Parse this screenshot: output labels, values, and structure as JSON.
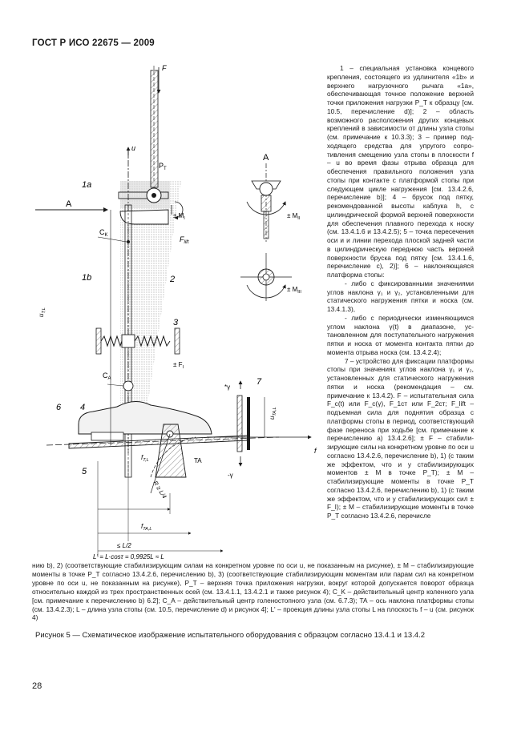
{
  "header": {
    "standard": "ГОСТ Р ИСО 22675 — 2009"
  },
  "figure_labels": {
    "F": "F",
    "u": "u",
    "PT": "P",
    "PT_sub": "T",
    "la": "1a",
    "lb": "1b",
    "A": "A",
    "MI": "± M",
    "MI_sub": "I",
    "CK": "C",
    "CK_sub": "K",
    "Flift": "F",
    "Flift_sub": "lift",
    "two": "2",
    "three": "3",
    "FI": "± F",
    "FI_sub": "I",
    "uTL": "u",
    "uTL_sub": "T,L",
    "CA": "C",
    "CA_sub": "A",
    "gamma": "*γ",
    "seven": "7",
    "six": "6",
    "four": "4",
    "five": "5",
    "uTAL": "u",
    "uTAL_sub": "TA,L",
    "f": "f",
    "fTL": "f",
    "fTL_sub": "T,L",
    "TA": "TA",
    "R": "R ≥ L/4",
    "fTAL": "f",
    "fTAL_sub": "TA,L",
    "halfL": "≤ L/2",
    "Lprime": "L' = L·cosτ = 0,9925L ≈ L",
    "neg_gamma": "-γ",
    "sideA": "A",
    "MII": "± M",
    "MII_sub": "II",
    "MIII": "± M",
    "MIII_sub": "III"
  },
  "legend": [
    "1 – специальная установка конце­вого крепления, состоящего из удлини­теля «1b» и верхнего нагрузочного ры­чага «1a», обеспечивающая точное по­ложение верхней точки приложения на­грузки P_T к образцу [см. 10.5, перечисле­ние d)]; 2 – область возможного распо­ложения других концевых креплений в зависимости от длины узла стопы (см. примечание к 10.3.3); 3 – пример под­ходящего средства для упругого сопро­тивления смещению узла стопы в плос­кости f – u во время фазы отрыва об­разца для обеспечения правильного по­ложения узла стопы при контакте с плат­формой стопы при следующем цикле на­гружения [см. 13.4.2.6, перечисление b)]; 4 – брусок под пятку, рекомендованной высоты каблука h, с цилиндрической формой верхней поверхности для обес­печения плавного перехода к носку (см. 13.4.1.6 и 13.4.2.5); 5 – точка пересече­ния оси и и линии перехода плоской зад­ней части в цилиндрическую переднюю часть верхней поверхности бруска под пятку [см. 13.4.1.6, перечисление c), 2)]; 6 – наклоняющаяся платформа стопы:",
    "- либо с фиксированными значения­ми углов наклона γ₁ и γ₂, установлен­ными для статического нагружения пят­ки и носка (см. 13.4.1.3),",
    "- либо с периодически изменяющим­ся углом наклона γ(t) в диапазоне, ус­тановленном для поступательного на­гружения пятки и носка от момента кон­такта пятки до момента отрыва носка (см. 13.4.2.4);",
    "7 – устройство для фиксации плат­формы стопы при значениях углов на­клона γ₁ и γ₂, установленных для стати­ческого нагружения пятки и носка (реко­мендация – см. примечание к 13.4.2). F – испытательная сила F_c(t) или F_c(γ), F_1ст или F_2ст; F_lift – подъемная сила для поднятия образца с платформы стопы в период, соответствующий фазе пере­носа при ходьбе [см. примечание к пе­речислению a) 13.4.2.6]; ± F – стабили­зирующие силы на конкретном уровне по оси u согласно 13.4.2.6, перечис­ление b), 1) (с таким же эффектом, что и у стабилизирующих моментов ± M в точке P_T); ± M – стабилизирующие мо­менты в точке P_T согласно 13.4.2.6, перечислению b), 1) (с таким же эффек­том, что и у стабилизирующих сил ± F_I); ± M – стабилизирующие моменты в точке P_T согласно 13.4.2.6, перечисле­"
  ],
  "bottom_text": "нию b), 2) (соответствующие стабилизирующим силам на конкретном уровне по оси u, не показанным на рисунке), ± M – стабилизирующие моменты в точке P_T согласно 13.4.2.6, перечислению b), 3) (соответствующие стабилизирующим момен­там или парам сил на конкретном уровне по оси u, не показанным на рисунке), P_T – верхняя точка приложения нагрузки, вокруг которой допускается поворот образца относительно каждой из трех пространственных осей (см. 13.4.1.1, 13.4.2.1 и также рисунок 4); C_K – действительный центр коленного узла [см. примечание к перечислению b) 6.2]; C_A – действительный центр голеностопного узла (см. 6.7.3); TA – ось наклона платформы стопы (см. 13.4.2.3); L – длина узла стопы (см. 10.5, перечисление d) и рисунок 4]; L' – проекция длины узла стопы L на плоскость f – u (см. рисунок 4)",
  "caption": "Рисунок 5 — Схематическое изображение испытательного оборудования с образцом согласно 13.4.1 и 13.4.2",
  "page_number": "28",
  "colors": {
    "ink": "#1a1a1a",
    "hatch": "#555555",
    "area2": "#cfcfcf"
  }
}
